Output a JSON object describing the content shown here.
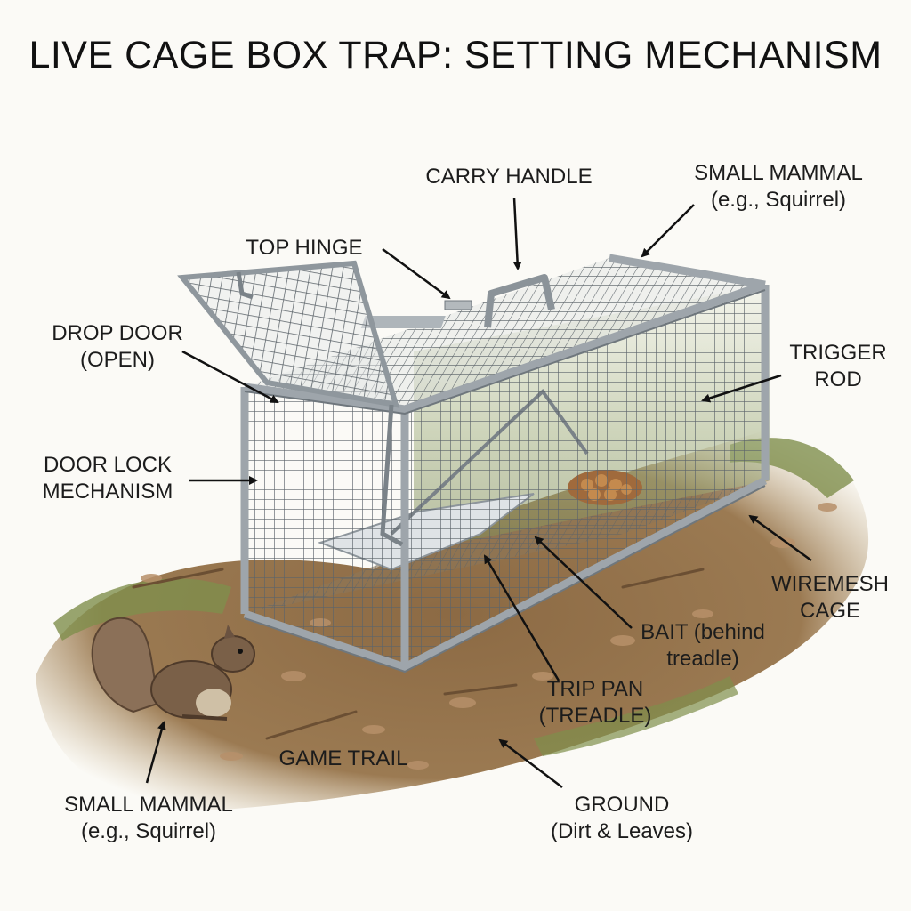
{
  "title": "LIVE CAGE BOX TRAP: SETTING MECHANISM",
  "labels": {
    "carry_handle": [
      "CARRY HANDLE"
    ],
    "small_mammal_top": [
      "SMALL MAMMAL",
      "(e.g., Squirrel)"
    ],
    "top_hinge": [
      "TOP HINGE"
    ],
    "drop_door": [
      "DROP DOOR",
      "(OPEN)"
    ],
    "trigger_rod": [
      "TRIGGER",
      "ROD"
    ],
    "door_lock": [
      "DOOR LOCK",
      "MECHANISM"
    ],
    "wiremesh_cage": [
      "WIREMESH",
      "CAGE"
    ],
    "bait": [
      "BAIT (behind",
      "treadle)"
    ],
    "trip_pan": [
      "TRIP PAN",
      "(TREADLE)"
    ],
    "game_trail": [
      "GAME TRAIL"
    ],
    "small_mammal_bottom": [
      "SMALL MAMMAL",
      "(e.g., Squirrel)"
    ],
    "ground": [
      "GROUND",
      "(Dirt & Leaves)"
    ]
  },
  "colors": {
    "background": "#fbfaf6",
    "metal": "#9ea5ab",
    "metal_dark": "#6f777d",
    "mesh": "#5f676d",
    "ground": "#8a6b46",
    "grass": "#7f8f4c",
    "squirrel": "#7a6048",
    "arrow": "#111111"
  }
}
